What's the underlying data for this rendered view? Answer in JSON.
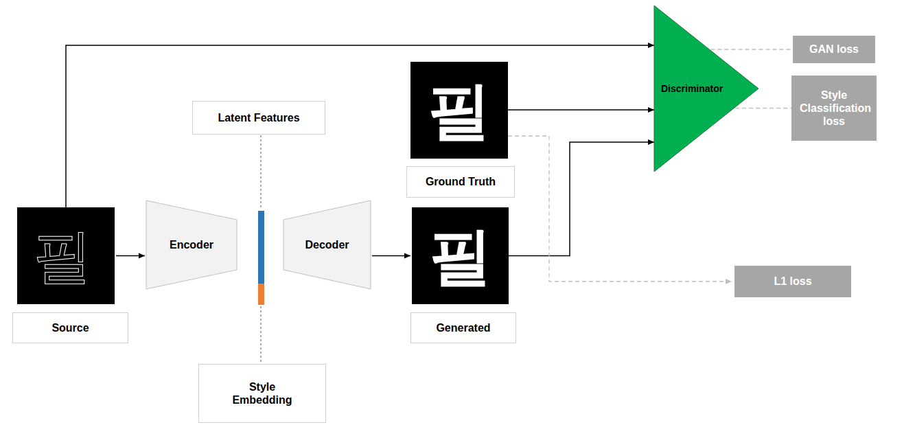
{
  "diagram": {
    "nodes": [
      {
        "text": [
          "Latent Features"
        ]
      },
      {
        "text": [
          "필"
        ]
      },
      {
        "text": [
          "Ground Truth"
        ]
      },
      {
        "text": [
          "Discriminator"
        ]
      },
      {
        "text": [
          "GAN loss"
        ]
      },
      {
        "text": [
          "Style Classification loss"
        ]
      },
      {
        "text": [
          "필"
        ]
      },
      {
        "text": [
          "Encoder"
        ]
      },
      {
        "text": [
          "Decoder"
        ]
      },
      {
        "text": [
          "필"
        ]
      },
      {
        "text": [
          "L1 loss"
        ]
      },
      {
        "text": [
          "Source"
        ]
      },
      {
        "text": [
          "Generated"
        ]
      },
      {
        "text": [
          "Style Embedding"
        ]
      }
    ],
    "edges": [
      {
        "from": 6,
        "to": 7,
        "arrow": "to"
      },
      {
        "from": 8,
        "to": 9,
        "arrow": "to"
      },
      {
        "from": 6,
        "to": 3,
        "arrow": "to"
      },
      {
        "from": 1,
        "to": 3,
        "arrow": "to"
      },
      {
        "from": 9,
        "to": 3,
        "arrow": "to"
      },
      {
        "from": 3,
        "to": 4,
        "arrow": "none"
      },
      {
        "from": 3,
        "to": 5,
        "arrow": "none"
      },
      {
        "from": 1,
        "to": 10,
        "arrow": "to"
      }
    ]
  }
}
